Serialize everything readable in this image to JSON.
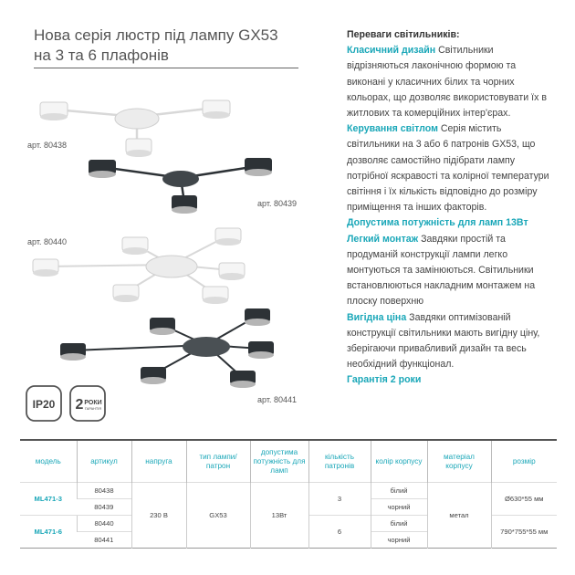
{
  "title": {
    "line1": "Нова серія люстр під лампу GX53",
    "line2": "на 3 та 6 плафонів"
  },
  "labels": {
    "a80438": "арт. 80438",
    "a80439": "арт. 80439",
    "a80440": "арт. 80440",
    "a80441": "арт. 80441"
  },
  "badges": {
    "ip": "IP20",
    "warranty_num": "2",
    "warranty_word": "РОКИ",
    "warranty_sub": "ГАРАНТІЯ"
  },
  "benefits": {
    "heading": "Переваги світильників:",
    "b1_title": "Класичний дизайн",
    "b1_text": " Світильники відрізняються лаконічною формою та виконані у класичних білих та чорних кольорах, що дозволяє використовувати їх в житлових та комерційних інтер'єрах.",
    "b2_title": "Керування світлом",
    "b2_text": " Серія містить світильники на 3 або 6 патронів GX53, що дозволяє самостійно підібрати лампу потрібної яскравості та колірної температури світіння і їх кількість відповідно до розміру приміщення та інших факторів.",
    "b3_title": "Допустима потужність для ламп 13Вт",
    "b4_title": "Легкий монтаж",
    "b4_text": " Завдяки простій та продуманій конструкції лампи легко монтуються та замінюються. Світильники встановлюються накладним монтажем на плоску поверхню",
    "b5_title": "Вигідна ціна",
    "b5_text": " Завдяки оптимізованій конструкції світильники мають вигідну ціну, зберігаючи привабливий дизайн та весь необхідний функціонал.",
    "b6_title": "Гарантія 2 роки"
  },
  "table": {
    "headers": {
      "model": "модель",
      "article": "артикул",
      "voltage": "напруга",
      "lamp_type": "тип лампи/ патрон",
      "power": "допустима потужність для ламп",
      "count": "кількість патронів",
      "color": "колір корпусу",
      "material": "матеріал корпусу",
      "size": "розмір"
    },
    "model1": "ML471-3",
    "model2": "ML471-6",
    "art1": "80438",
    "art2": "80439",
    "art3": "80440",
    "art4": "80441",
    "voltage": "230 В",
    "lamp_type": "GX53",
    "power": "13Вт",
    "count1": "3",
    "count2": "6",
    "color1": "білий",
    "color2": "чорний",
    "color3": "білий",
    "color4": "чорний",
    "material": "метал",
    "size1": "Ø630*55 мм",
    "size2": "790*755*55 мм"
  },
  "colors": {
    "accent": "#1aa7b8",
    "white_lamp": "#f2f2f2",
    "black_lamp": "#2d3236"
  }
}
